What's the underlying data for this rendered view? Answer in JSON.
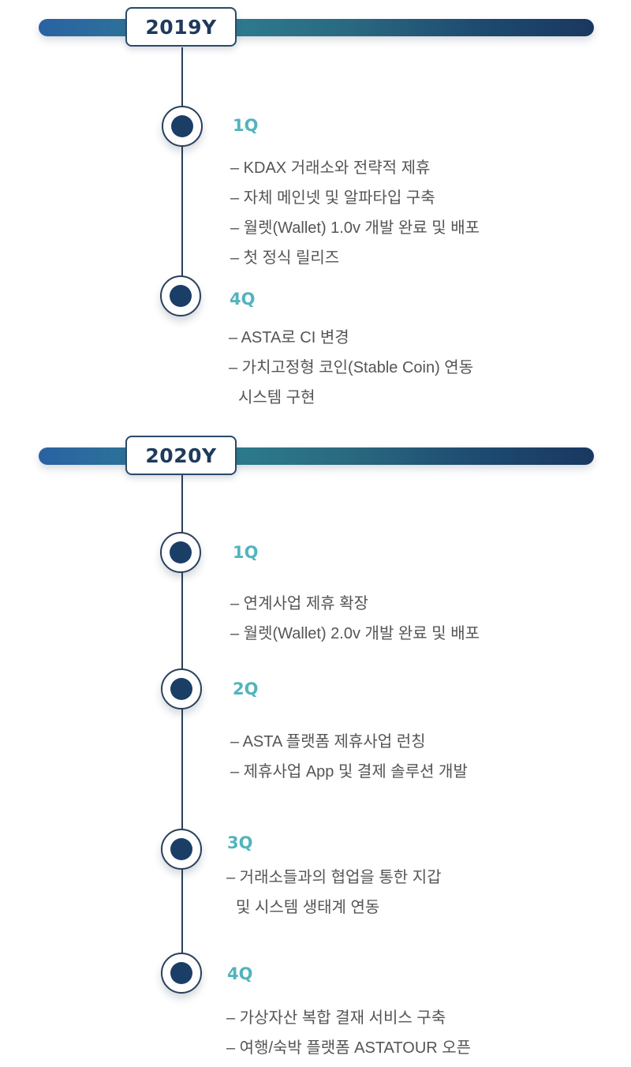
{
  "timeline": {
    "years": [
      {
        "label": "2019Y",
        "quarters": [
          {
            "label": "1Q",
            "items": [
              "– KDAX 거래소와 전략적 제휴",
              "– 자체 메인넷 및 알파타입 구축",
              "– 월렛(Wallet) 1.0v 개발 완료 및 배포",
              "– 첫 정식 릴리즈"
            ]
          },
          {
            "label": "4Q",
            "items": [
              "– ASTA로 CI 변경",
              "– 가치고정형 코인(Stable Coin) 연동",
              "시스템 구현"
            ]
          }
        ]
      },
      {
        "label": "2020Y",
        "quarters": [
          {
            "label": "1Q",
            "items": [
              "– 연계사업 제휴 확장",
              "– 월렛(Wallet) 2.0v 개발 완료 및 배포"
            ]
          },
          {
            "label": "2Q",
            "items": [
              "– ASTA 플랫폼 제휴사업 런칭",
              "– 제휴사업 App 및 결제 솔루션 개발"
            ]
          },
          {
            "label": "3Q",
            "items": [
              "– 거래소들과의 협업을 통한 지갑",
              "및 시스템 생태계 연동"
            ]
          },
          {
            "label": "4Q",
            "items": [
              "– 가상자산 복합 결재 서비스 구축",
              "– 여행/숙박 플랫폼 ASTATOUR 오픈"
            ]
          }
        ]
      }
    ]
  },
  "colors": {
    "bar_start": "#2a62a3",
    "bar_mid": "#2e7f90",
    "bar_end": "#1a3860",
    "year_text": "#1e3a5c",
    "quarter_label": "#52b4bc",
    "node_dot": "#1b3e66",
    "item_text": "#555555"
  }
}
